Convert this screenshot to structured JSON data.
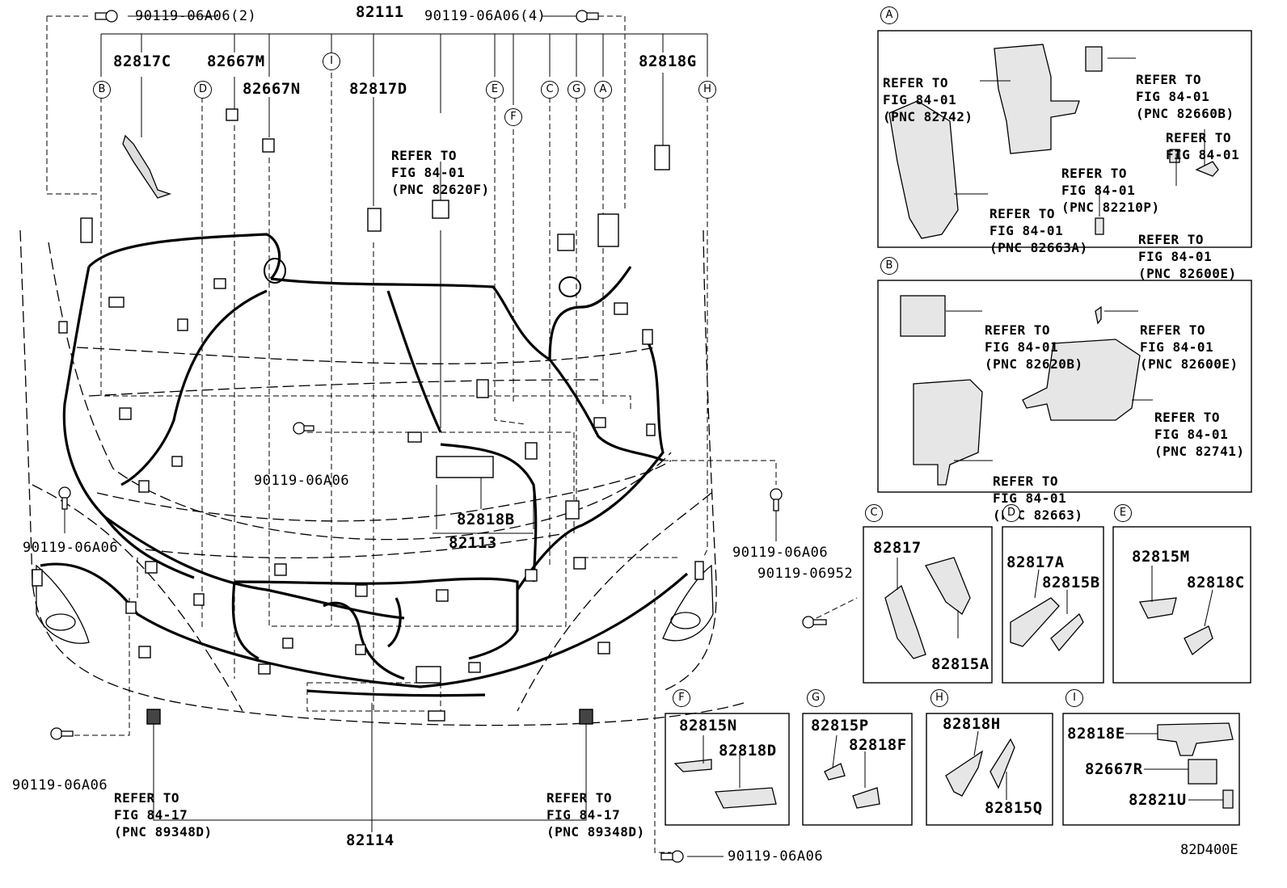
{
  "figure_code": "82D400E",
  "main": {
    "part_82111": "82111",
    "part_82113": "82113",
    "part_82114": "82114",
    "part_82817C": "82817C",
    "part_82667M": "82667M",
    "part_82667N": "82667N",
    "part_82817D": "82817D",
    "part_82818G": "82818G",
    "part_82818B": "82818B",
    "bolt_2": "90119-06A06(2)",
    "bolt_4": "90119-06A06(4)",
    "bolt_center": "90119-06A06",
    "bolt_left": "90119-06A06",
    "bolt_right": "90119-06A06",
    "bolt_bottom_left": "90119-06A06",
    "bolt_bottom": "90119-06A06",
    "screw_06952": "90119-06952",
    "ref_82620F": [
      "REFER TO",
      "FIG 84-01",
      "(PNC 82620F)"
    ],
    "ref_89348D_left": [
      "REFER TO",
      "FIG 84-17",
      "(PNC 89348D)"
    ],
    "ref_89348D_right": [
      "REFER TO",
      "FIG 84-17",
      "(PNC 89348D)"
    ],
    "callouts": [
      "B",
      "D",
      "I",
      "E",
      "F",
      "C",
      "G",
      "A",
      "H"
    ]
  },
  "panel_A": {
    "letter": "A",
    "refs": [
      [
        "REFER TO",
        "FIG 84-01",
        "(PNC 82742)"
      ],
      [
        "REFER TO",
        "FIG 84-01",
        "(PNC 82660B)"
      ],
      [
        "REFER TO",
        "FIG 84-01"
      ],
      [
        "REFER TO",
        "FIG 84-01",
        "(PNC 82210P)"
      ],
      [
        "REFER TO",
        "FIG 84-01",
        "(PNC 82663A)"
      ],
      [
        "REFER TO",
        "FIG 84-01",
        "(PNC 82600E)"
      ]
    ]
  },
  "panel_B": {
    "letter": "B",
    "refs": [
      [
        "REFER TO",
        "FIG 84-01",
        "(PNC 82620B)"
      ],
      [
        "REFER TO",
        "FIG 84-01",
        "(PNC 82600E)"
      ],
      [
        "REFER TO",
        "FIG 84-01",
        "(PNC 82741)"
      ],
      [
        "REFER TO",
        "FIG 84-01",
        "(PNC 82663)"
      ]
    ]
  },
  "panel_C": {
    "letter": "C",
    "parts": [
      "82817",
      "82815A"
    ]
  },
  "panel_D": {
    "letter": "D",
    "parts": [
      "82817A",
      "82815B"
    ]
  },
  "panel_E": {
    "letter": "E",
    "parts": [
      "82815M",
      "82818C"
    ]
  },
  "panel_F": {
    "letter": "F",
    "parts": [
      "82815N",
      "82818D"
    ]
  },
  "panel_G": {
    "letter": "G",
    "parts": [
      "82815P",
      "82818F"
    ]
  },
  "panel_H": {
    "letter": "H",
    "parts": [
      "82818H",
      "82815Q"
    ]
  },
  "panel_I": {
    "letter": "I",
    "parts": [
      "82818E",
      "82667R",
      "82821U"
    ]
  }
}
